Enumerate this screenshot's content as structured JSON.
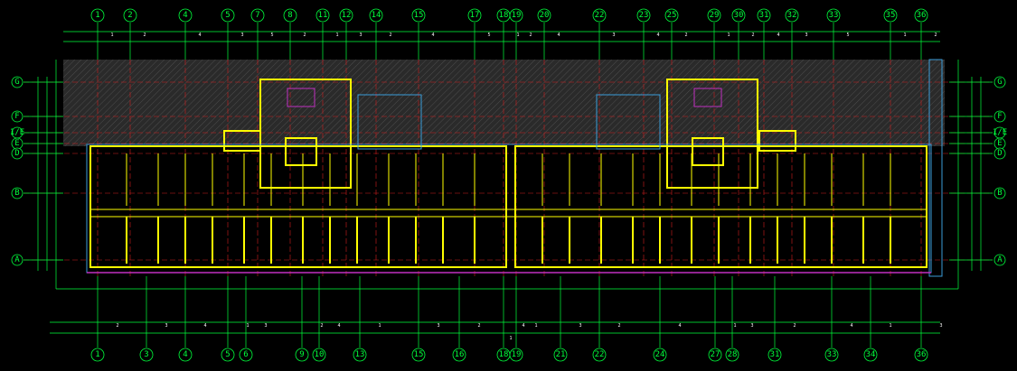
{
  "colors": {
    "background": "#000000",
    "grid_green": "#00ff3c",
    "axis_red": "#d21e1e",
    "wall_yellow": "#ffff00",
    "blue_outline": "#3a9cd8",
    "magenta": "#c030c0",
    "text_white": "#ffffff"
  },
  "top_axes": [
    "1",
    "2",
    "4",
    "5",
    "7",
    "8",
    "11",
    "12",
    "14",
    "15",
    "17",
    "18",
    "19",
    "20",
    "22",
    "23",
    "25",
    "29",
    "30",
    "31",
    "32",
    "33",
    "35",
    "36"
  ],
  "bottom_axes": [
    "1",
    "3",
    "4",
    "5",
    "6",
    "9",
    "10",
    "13",
    "15",
    "16",
    "18",
    "19",
    "21",
    "22",
    "24",
    "27",
    "28",
    "31",
    "33",
    "34",
    "36"
  ],
  "left_axes": [
    "G",
    "F",
    "1/E",
    "E",
    "D",
    "B",
    "A"
  ],
  "right_axes": [
    "G",
    "F",
    "1/E",
    "E",
    "D",
    "B",
    "A"
  ],
  "top_dims": [
    "1",
    "2",
    "4",
    "3",
    "5",
    "2",
    "1",
    "3",
    "2",
    "4",
    "5",
    "1",
    "2",
    "4",
    "3",
    "4",
    "2",
    "1",
    "2",
    "4",
    "3",
    "5",
    "1",
    "2"
  ],
  "bottom_dims": [
    "2",
    "3",
    "4",
    "1",
    "3",
    "2",
    "4",
    "1",
    "3",
    "2",
    "4",
    "1",
    "3",
    "2",
    "4",
    "1",
    "3",
    "2",
    "4",
    "1",
    "3"
  ],
  "overall_dim": "1"
}
